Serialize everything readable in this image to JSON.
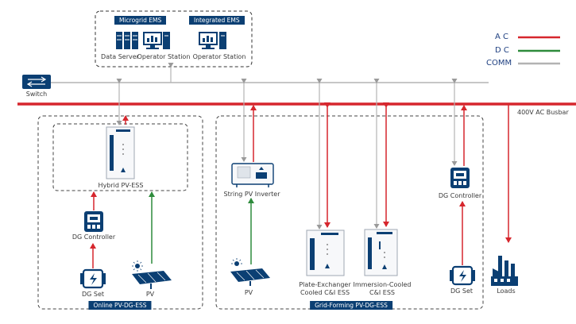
{
  "ems_group": {
    "microgrid_ems": "Microgrid EMS",
    "integrated_ems": "Integrated EMS",
    "data_server": "Data Server",
    "operator_station_1": "Operator Station",
    "operator_station_2": "Operator Station"
  },
  "legend": {
    "ac": "A C",
    "dc": "D C",
    "comm": "COMM"
  },
  "switch_label": "Switch",
  "busbar_label": "400V AC Busbar",
  "online_group": {
    "title": "Online PV-DG-ESS",
    "hybrid": "Hybrid PV-ESS",
    "dg_controller": "DG Controller",
    "dg_set": "DG Set",
    "pv": "PV"
  },
  "gridforming_group": {
    "title": "Grid-Forming PV-DG-ESS",
    "string_inverter": "String PV Inverter",
    "pv": "PV",
    "plate_ess_line1": "Plate-Exchanger",
    "plate_ess_line2": "Cooled C&I ESS",
    "immersion_ess_line1": "Immersion-Cooled",
    "immersion_ess_line2": "C&I ESS",
    "dg_controller": "DG Controller",
    "dg_set": "DG Set"
  },
  "loads_label": "Loads",
  "colors": {
    "ac": "#d6262d",
    "dc": "#2e8b3c",
    "comm": "#b3b3b3",
    "brand_blue": "#0b3f73",
    "busbar": "#d6262d"
  }
}
